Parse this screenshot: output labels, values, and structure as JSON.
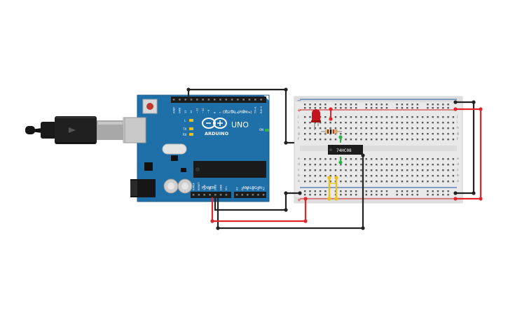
{
  "arduino": {
    "brand": "ARDUINO",
    "model": "UNO",
    "digital_label": "DIGITAL (PWM~)",
    "power_label": "POWER",
    "analog_label": "ANALOG IN",
    "on_label": "ON",
    "led_labels": [
      "L",
      "TX",
      "RX"
    ],
    "digital_pins": [
      "AREF",
      "GND",
      "13",
      "12",
      "~11",
      "~10",
      "~9",
      "8",
      "7",
      "~6",
      "~5",
      "4",
      "~3",
      "2",
      "TX→1",
      "RX←0"
    ],
    "power_pins": [
      "IOREF",
      "RESET",
      "3.3V",
      "5V",
      "GND",
      "GND",
      "Vin"
    ],
    "analog_pins": [
      "A0",
      "A1",
      "A2",
      "A3",
      "A4",
      "A5"
    ]
  },
  "chip": {
    "label": "74HC08"
  },
  "breadboard": {
    "rail_plus": "+",
    "rail_minus": "−",
    "row_letters_top": [
      "j",
      "i",
      "h",
      "g",
      "f"
    ],
    "row_letters_bottom": [
      "e",
      "d",
      "c",
      "b",
      "a"
    ]
  },
  "colors": {
    "board_blue": "#1f6fa8",
    "wire_black": "#222222",
    "wire_red": "#e0262b",
    "wire_yellow": "#e8c21a",
    "wire_green": "#2db34a",
    "led_red": "#c4161c",
    "breadboard": "#e9e9e9"
  }
}
